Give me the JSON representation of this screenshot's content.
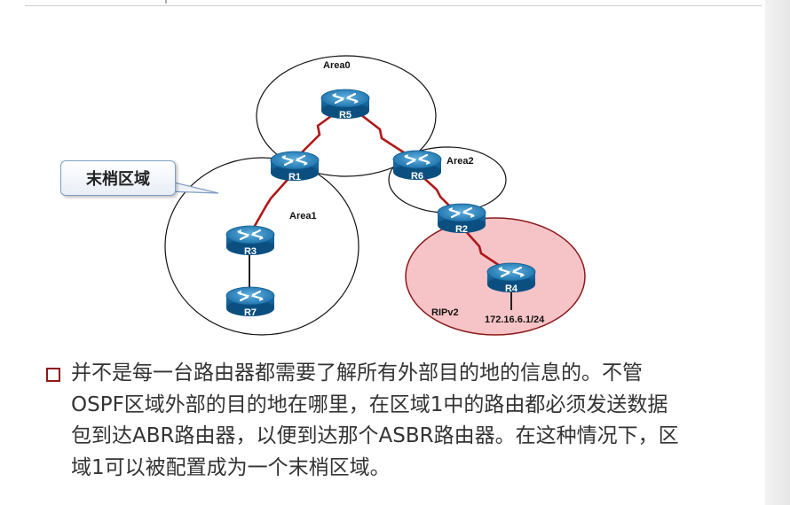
{
  "callout": {
    "text": "末梢区域"
  },
  "areas": {
    "area0": "Area0",
    "area1": "Area1",
    "area2": "Area2",
    "rip": "RIPv2"
  },
  "routers": {
    "r1": "R1",
    "r2": "R2",
    "r3": "R3",
    "r4": "R4",
    "r5": "R5",
    "r6": "R6",
    "r7": "R7"
  },
  "network_label": "172.16.6.1/24",
  "colors": {
    "serial_link": "#b01818",
    "router_blue": "#1a6fa8",
    "rip_fill": "#f6c4c7",
    "rip_border": "#8b1a1a",
    "bullet": "#8b1a1a"
  },
  "bullet": {
    "lines": [
      "并不是每一台路由器都需要了解所有外部目的地的信息的。不管",
      "OSPF区域外部的目的地在哪里，在区域1中的路由都必须发送数据",
      "包到达ABR路由器，以便到达那个ASBR路由器。在这种情况下，区",
      "域1可以被配置成为一个末梢区域。"
    ]
  }
}
